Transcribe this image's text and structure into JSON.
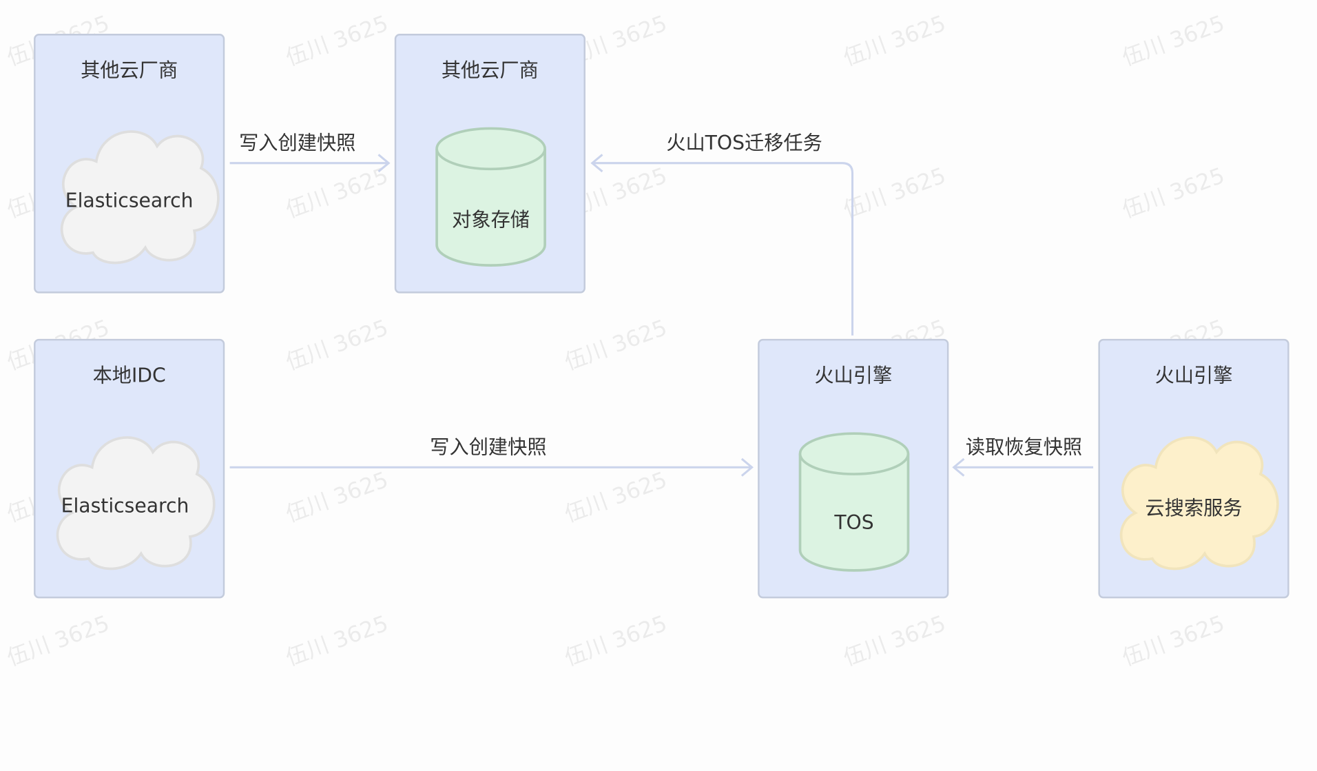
{
  "watermark": "伍川 3625",
  "groups": [
    {
      "id": "g1",
      "title": "其他云厂商",
      "node": {
        "shape": "cloud",
        "label": "Elasticsearch",
        "fill": "#f3f3f3",
        "stroke": "#dedede"
      }
    },
    {
      "id": "g2",
      "title": "其他云厂商",
      "node": {
        "shape": "cylinder",
        "label": "对象存储",
        "fill": "#dcf3e2",
        "stroke": "#b0cfb9"
      }
    },
    {
      "id": "g3",
      "title": "本地IDC",
      "node": {
        "shape": "cloud",
        "label": "Elasticsearch",
        "fill": "#f3f3f3",
        "stroke": "#dedede"
      }
    },
    {
      "id": "g4",
      "title": "火山引擎",
      "node": {
        "shape": "cylinder",
        "label": "TOS",
        "fill": "#dcf3e2",
        "stroke": "#b0cfb9"
      }
    },
    {
      "id": "g5",
      "title": "火山引擎",
      "node": {
        "shape": "cloud",
        "label": "云搜索服务",
        "fill": "#fdf0cb",
        "stroke": "#f1e4bc"
      }
    }
  ],
  "edges": [
    {
      "from": "g1",
      "to": "g2",
      "label": "写入创建快照"
    },
    {
      "from": "g3",
      "to": "g4",
      "label": "写入创建快照"
    },
    {
      "from": "g4",
      "to": "g2",
      "label": "火山TOS迁移任务"
    },
    {
      "from": "g5",
      "to": "g4",
      "label": "读取恢复快照"
    }
  ],
  "colors": {
    "group_fill": "#dfe7fa",
    "group_border": "#c3cbdc",
    "edge": "#cbd4ec",
    "text": "#333333"
  }
}
